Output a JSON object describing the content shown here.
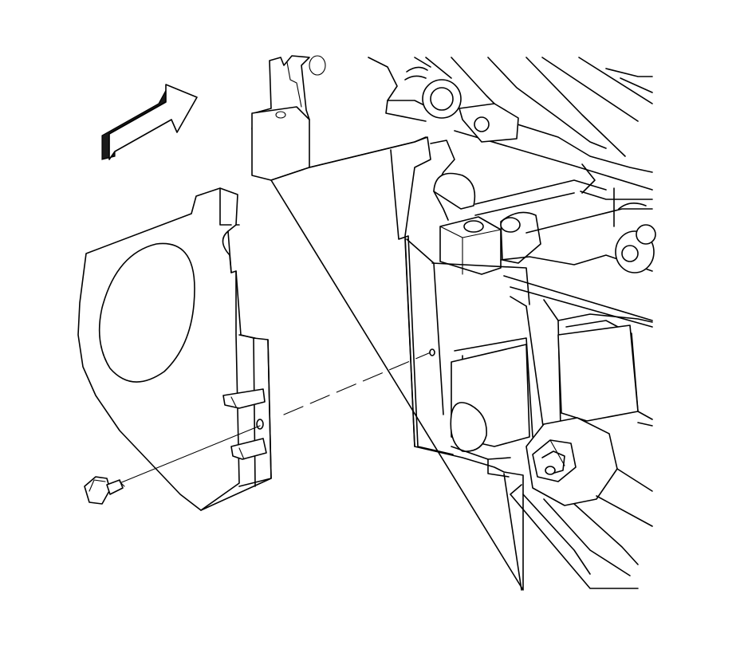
{
  "diagram": {
    "direction_arrow_icon": "arrow-forward-icon",
    "parts": [
      "engine-block",
      "timing-cover-plate",
      "bolt"
    ],
    "fastener_path": "dashed-alignment-line"
  }
}
